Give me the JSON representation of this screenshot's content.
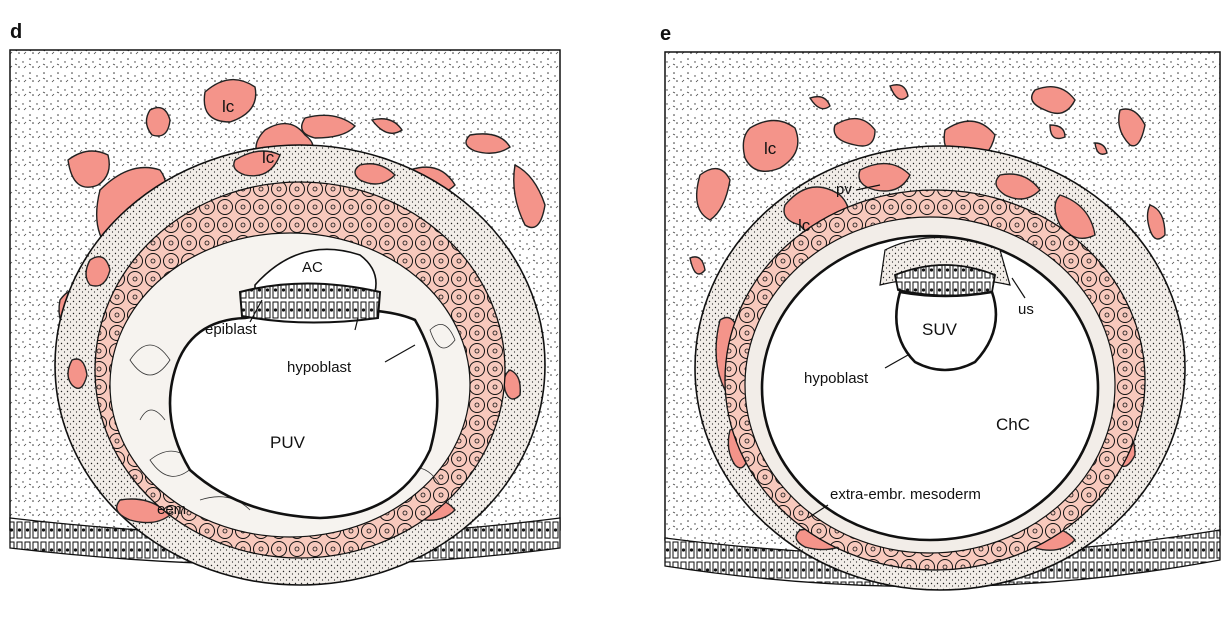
{
  "panels": [
    {
      "letter": "d",
      "labels": {
        "lc_top": "lc",
        "lc_mid": "lc",
        "amniotic_cavity": "AC",
        "epiblast": "epiblast",
        "hypoblast": "hypoblast",
        "vesicle": "PUV",
        "eem": "eem"
      }
    },
    {
      "letter": "e",
      "labels": {
        "lc_top": "lc",
        "lc_mid": "lc",
        "pv": "pv",
        "us": "us",
        "vesicle": "SUV",
        "hypoblast": "hypoblast",
        "chorionic_cavity": "ChC",
        "mesoderm": "extra-embr. mesoderm"
      }
    }
  ],
  "colors": {
    "lacunae": "#f4948a",
    "cytotrophoblast_cells": "#f8c9bd",
    "outline": "#111111"
  }
}
